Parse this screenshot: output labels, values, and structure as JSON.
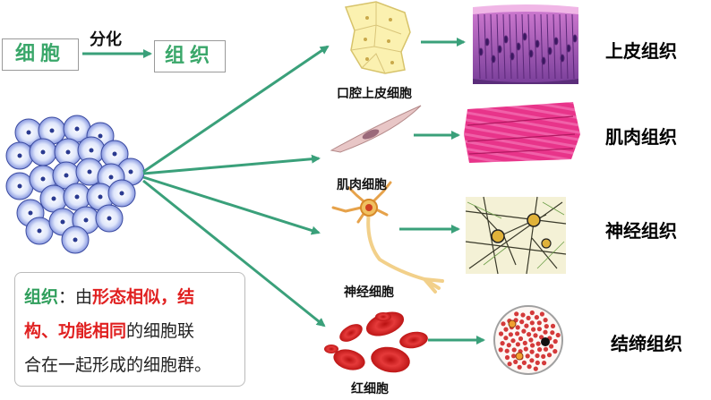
{
  "header": {
    "cell": "细胞",
    "tissue": "组织",
    "differentiation": "分化"
  },
  "cells": {
    "epithelial": "口腔上皮细胞",
    "muscle": "肌肉细胞",
    "nerve": "神经细胞",
    "blood": "红细胞"
  },
  "tissues": {
    "epithelial": "上皮组织",
    "muscle": "肌肉组织",
    "nerve": "神经组织",
    "connective": "结缔组织"
  },
  "definition": {
    "term": "组织",
    "colon": "：由",
    "k1": "形态相似",
    "comma": "，",
    "k2a": "结",
    "k2b": "构",
    "sep": "、",
    "k3": "功能相同",
    "rest1": "的细胞联",
    "rest2": "合在一起形成的细胞群。"
  },
  "colors": {
    "arrow": "#3aa07a",
    "keyword": "#e02020",
    "term": "#2f9e5b"
  }
}
